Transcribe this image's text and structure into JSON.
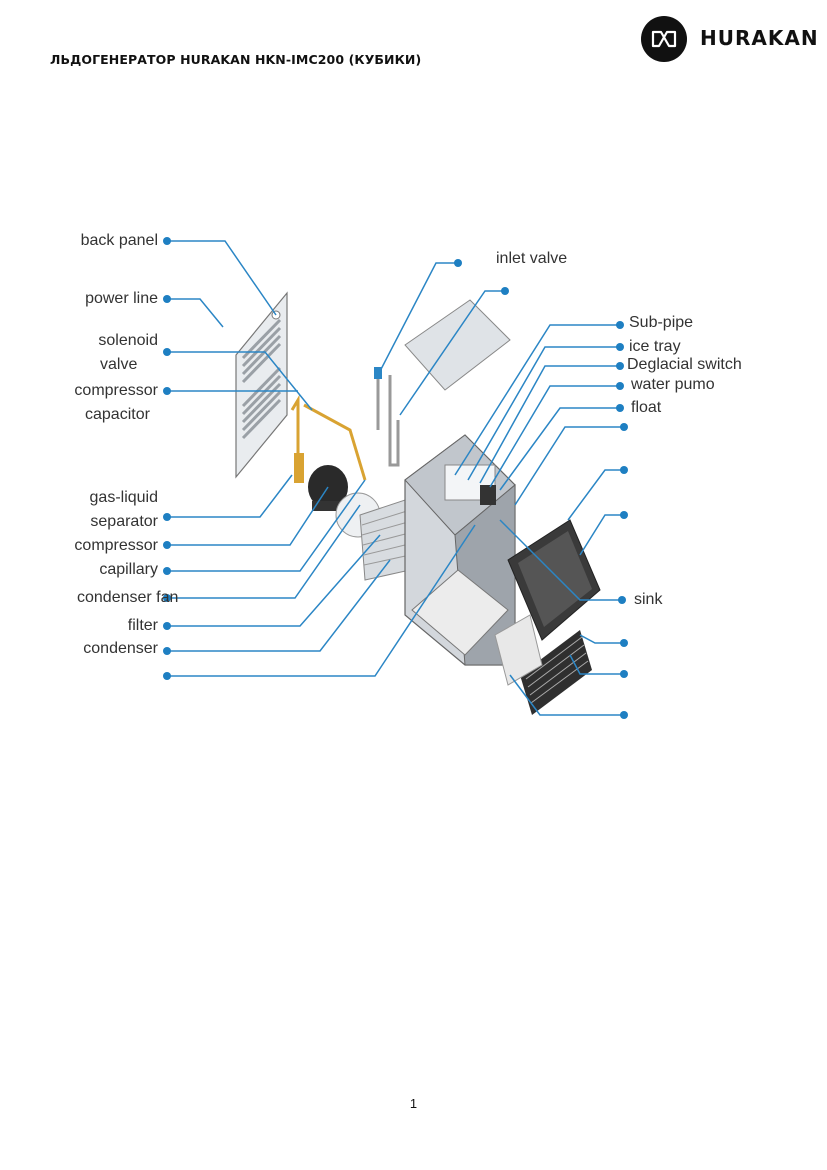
{
  "header": {
    "title": "ЛЬДОГЕНЕРАТОР HURAKAN HKN-IMC200 (КУБИКИ)",
    "brand_name": "HURAKAN",
    "logo_icon": "hurakan-logo-icon"
  },
  "diagram": {
    "left_labels": {
      "back_panel": "back panel",
      "power_line": "power line",
      "solenoid_valve_1": "solenoid",
      "solenoid_valve_2": "valve",
      "compressor_capacitor_1": "compressor",
      "compressor_capacitor_2": "capacitor",
      "gas_liquid_separator_1": "gas-liquid",
      "gas_liquid_separator_2": "separator",
      "compressor": "compressor",
      "capillary": "capillary",
      "condenser_fan": "condenser fan",
      "filter": "filter",
      "condenser": "condenser"
    },
    "right_labels": {
      "inlet_valve": "inlet valve",
      "sub_pipe": "Sub-pipe",
      "ice_tray": "ice tray",
      "deglacial_switch": "Deglacial switch",
      "water_pump": "water pumo",
      "float": "float",
      "sink": "sink"
    },
    "colors": {
      "leader": "#2b86c5",
      "dot": "#1e7fc2",
      "body": "#c9ced4",
      "frame_dark": "#2d2d2d"
    }
  },
  "footer": {
    "page_number": "1"
  }
}
